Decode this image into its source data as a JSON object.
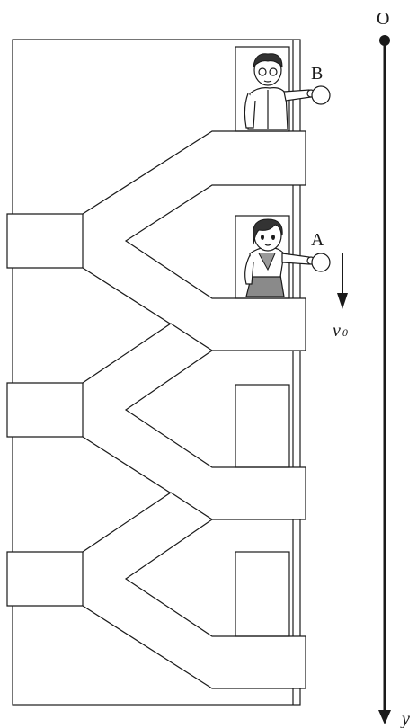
{
  "axis": {
    "origin_label": "O",
    "axis_label": "y"
  },
  "balls": [
    {
      "label": "B"
    },
    {
      "label": "A"
    }
  ],
  "velocity": {
    "symbol": "v",
    "subscript": "0"
  }
}
